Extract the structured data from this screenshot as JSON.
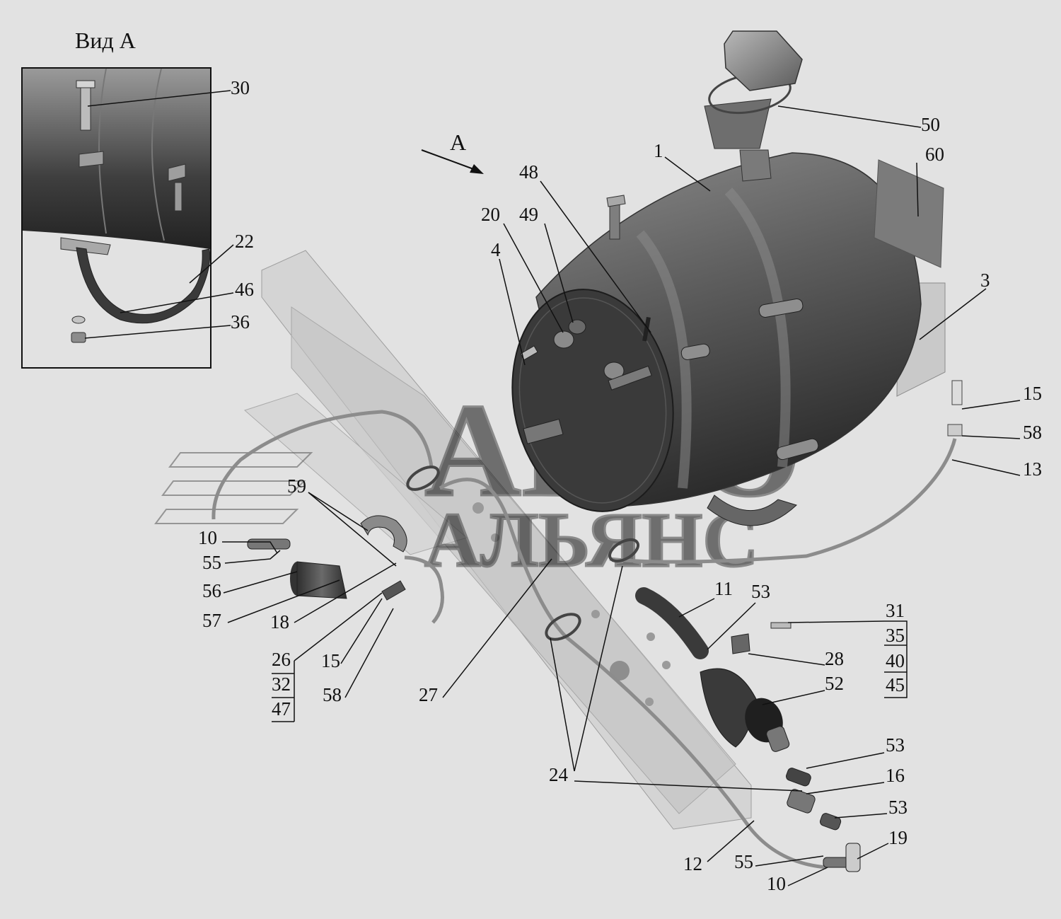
{
  "inset": {
    "title": "Вид А"
  },
  "view_marker": "А",
  "watermark": {
    "line1": "АВТО",
    "line2": "АЛЬЯНС"
  },
  "callouts": {
    "c30": "30",
    "c22": "22",
    "c46": "46",
    "c36": "36",
    "c50": "50",
    "c60": "60",
    "c1": "1",
    "c48": "48",
    "c49": "49",
    "c20": "20",
    "c4": "4",
    "c3": "3",
    "c15a": "15",
    "c58a": "58",
    "c13": "13",
    "c59": "59",
    "c10a": "10",
    "c55a": "55",
    "c56": "56",
    "c57": "57",
    "c18": "18",
    "c26": "26",
    "c32": "32",
    "c47": "47",
    "c15b": "15",
    "c58b": "58",
    "c27": "27",
    "c11": "11",
    "c53a": "53",
    "c31": "31",
    "c35": "35",
    "c40": "40",
    "c45": "45",
    "c28": "28",
    "c52": "52",
    "c53b": "53",
    "c16": "16",
    "c53c": "53",
    "c24": "24",
    "c19": "19",
    "c55b": "55",
    "c12": "12",
    "c10b": "10"
  }
}
